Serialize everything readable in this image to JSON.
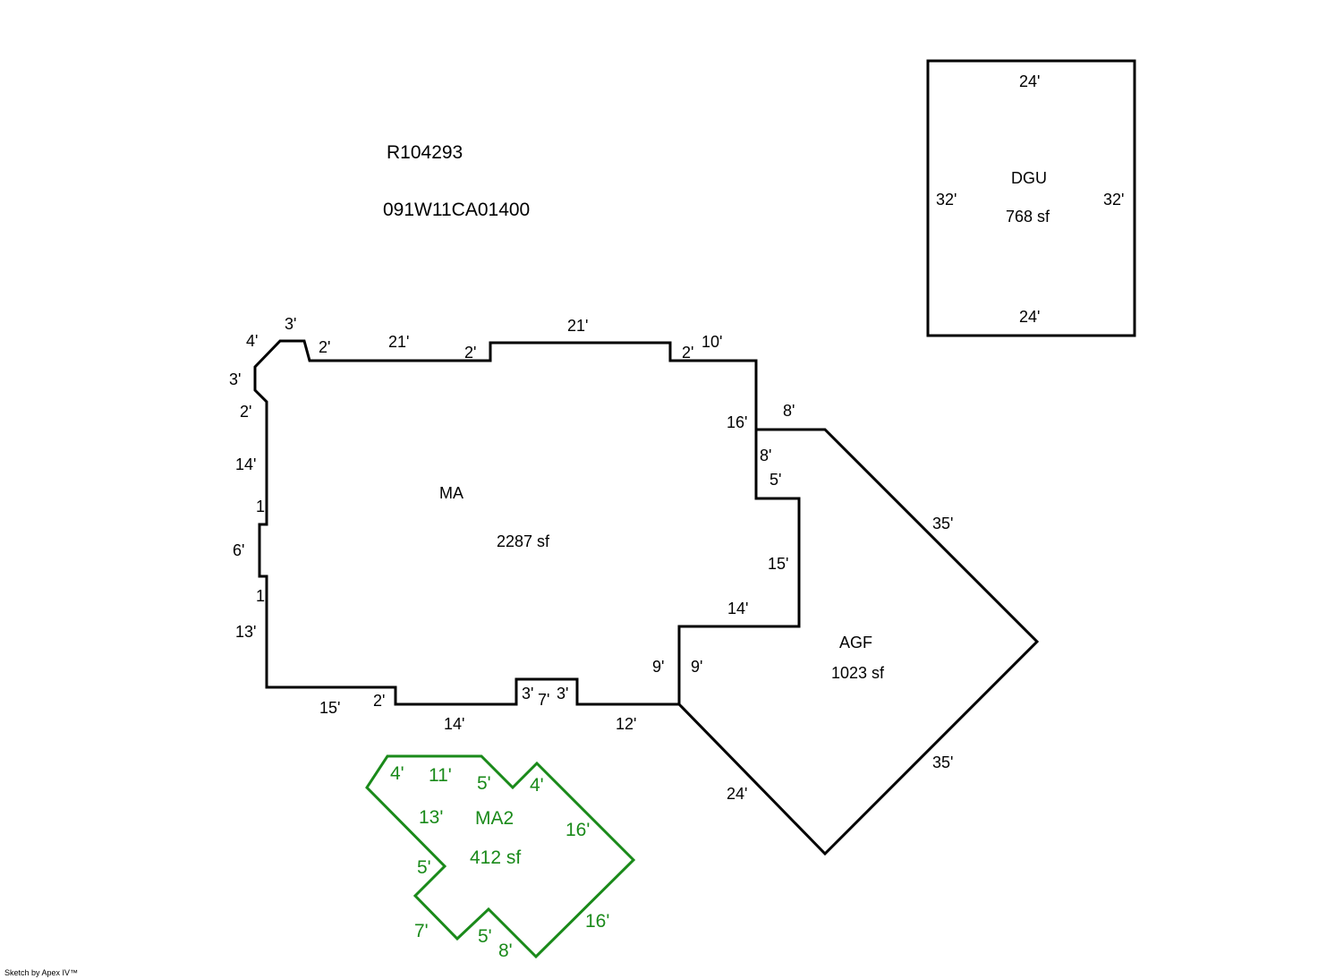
{
  "header": {
    "record_id": "R104293",
    "parcel_number": "091W11CA01400"
  },
  "footer": {
    "credit": "Sketch by Apex IV™"
  },
  "colors": {
    "outline": "#000000",
    "ma2_outline": "#1a8a1a"
  },
  "areas": {
    "dgu": {
      "code": "DGU",
      "area": "768 sf"
    },
    "ma": {
      "code": "MA",
      "area": "2287 sf"
    },
    "agf": {
      "code": "AGF",
      "area": "1023 sf"
    },
    "ma2": {
      "code": "MA2",
      "area": "412 sf"
    }
  },
  "dims": {
    "dgu": [
      "24'",
      "32'",
      "32'",
      "24'"
    ],
    "ma": [
      "3'",
      "4'",
      "2'",
      "21'",
      "2'",
      "21'",
      "2'",
      "10'",
      "3'",
      "2'",
      "14'",
      "1",
      "6'",
      "1",
      "13'",
      "16'",
      "8'",
      "5'",
      "15'",
      "14'",
      "9'",
      "15'",
      "2'",
      "14'",
      "3'",
      "7'",
      "3'",
      "12'"
    ],
    "agf": [
      "8'",
      "35'",
      "9'",
      "24'",
      "35'"
    ],
    "ma2": [
      "4'",
      "11'",
      "5'",
      "4'",
      "13'",
      "16'",
      "5'",
      "7'",
      "5'",
      "8'",
      "16'"
    ]
  }
}
